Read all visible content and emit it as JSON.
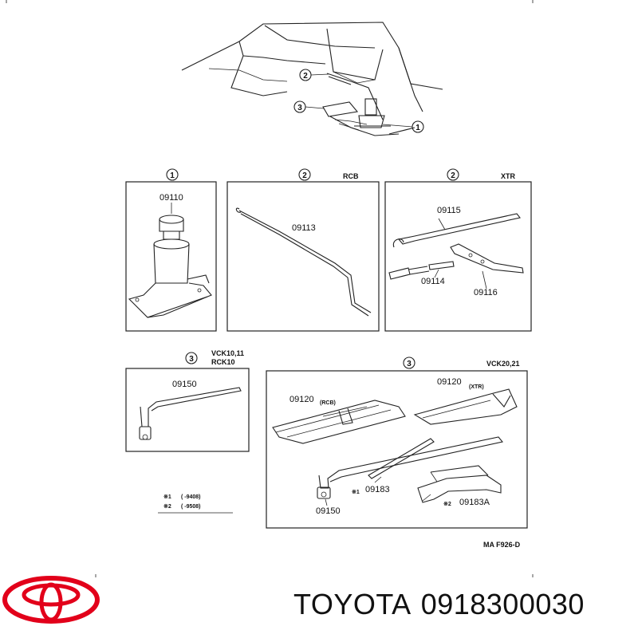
{
  "callouts": {
    "overview_1": "1",
    "overview_2": "2",
    "overview_3": "3",
    "box1_num": "1",
    "box2_num": "2",
    "box3_num": "2",
    "box4_num": "3",
    "box5_num": "3"
  },
  "headers": {
    "box2_variant": "RCB",
    "box3_variant": "XTR",
    "box4_variant_line1": "VCK10,11",
    "box4_variant_line2": "RCK10",
    "box5_variant": "VCK20,21"
  },
  "parts": {
    "jack": "09110",
    "jack_handle": "09113",
    "handle_xtr": "09115",
    "extension": "09114",
    "adapter": "09116",
    "lug_wrench_a": "09150",
    "bag_rcb": "09120",
    "bag_rcb_tag": "(RCB)",
    "bag_xtr": "09120",
    "bag_xtr_tag": "(XTR)",
    "bar": "09183",
    "holder": "09183A",
    "lug_wrench_b": "09150"
  },
  "legend": {
    "row1_mark": "※1",
    "row1_range": "( -9408)",
    "row2_mark": "※2",
    "row2_range": "( -9508)",
    "mark_bar": "※1",
    "mark_holder": "※2"
  },
  "figure_code": "MA  F926-D",
  "brand": {
    "name": "TOYOTA",
    "part_number": "0918300030",
    "logo_color": "#e2001a"
  }
}
